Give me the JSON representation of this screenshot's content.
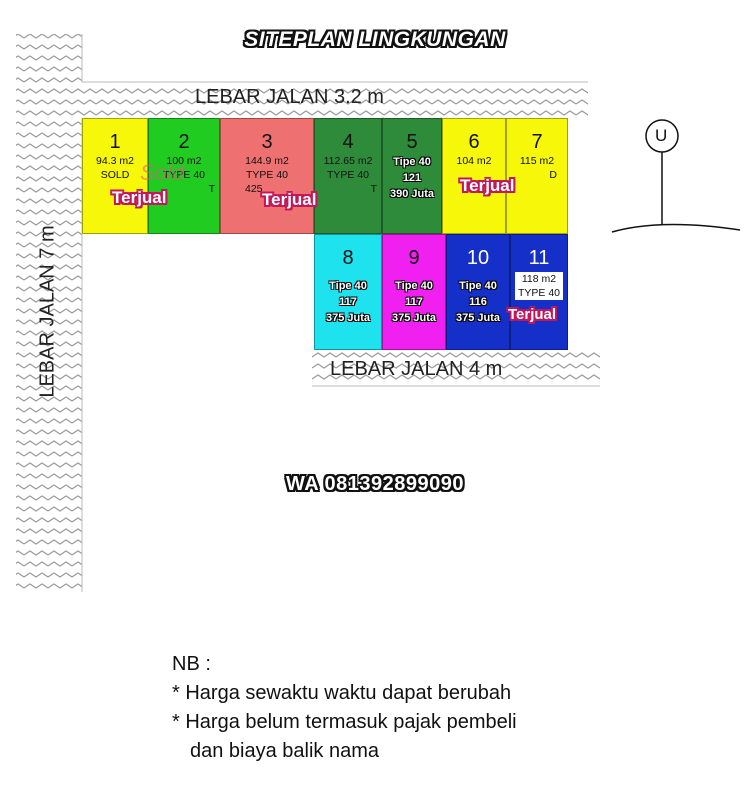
{
  "title": "SITEPLAN LINGKUNGAN",
  "roads": {
    "top": "LEBAR JALAN 3.2 m",
    "left": "LEBAR JALAN 7 m",
    "bottom": "LEBAR JALAN 4 m"
  },
  "compass": {
    "label": "U"
  },
  "lots": [
    {
      "num": "1",
      "area": "94.3 m2",
      "type": "SOLD",
      "price": "",
      "color": "#f7f70a"
    },
    {
      "num": "2",
      "area": "100 m2",
      "type": "TYPE 40",
      "price": "T",
      "color": "#1fcc1f"
    },
    {
      "num": "3",
      "area": "144.9 m2",
      "type": "TYPE 40",
      "price": "425",
      "color": "#ee7070"
    },
    {
      "num": "4",
      "area": "112.65 m2",
      "type": "TYPE 40",
      "price": "T",
      "color": "#2e8b3a"
    },
    {
      "num": "5",
      "area": "Tipe 40",
      "type": "121",
      "price": "390 Juta",
      "color": "#2e8b3a"
    },
    {
      "num": "6",
      "area": "104 m2",
      "type": "",
      "price": "",
      "color": "#f7f70a"
    },
    {
      "num": "7",
      "area": "115 m2",
      "type": "D",
      "price": "",
      "color": "#f7f70a"
    },
    {
      "num": "8",
      "area": "Tipe 40",
      "type": "117",
      "price": "375 Juta",
      "color": "#1ee2ee"
    },
    {
      "num": "9",
      "area": "Tipe 40",
      "type": "117",
      "price": "375 Juta",
      "color": "#f020f0"
    },
    {
      "num": "10",
      "area": "Tipe 40",
      "type": "116",
      "price": "375 Juta",
      "color": "#1530c8"
    },
    {
      "num": "11",
      "area": "118 m2",
      "type": "TYPE 40",
      "price": "",
      "color": "#1530c8"
    }
  ],
  "sold_label": "Terjual",
  "sold_ghost": "Sold",
  "contact": "WA 081392899090",
  "notes": {
    "heading": "NB :",
    "line1": "* Harga sewaktu waktu dapat berubah",
    "line2": "* Harga belum termasuk pajak pembeli",
    "line3": "dan biaya balik nama"
  }
}
